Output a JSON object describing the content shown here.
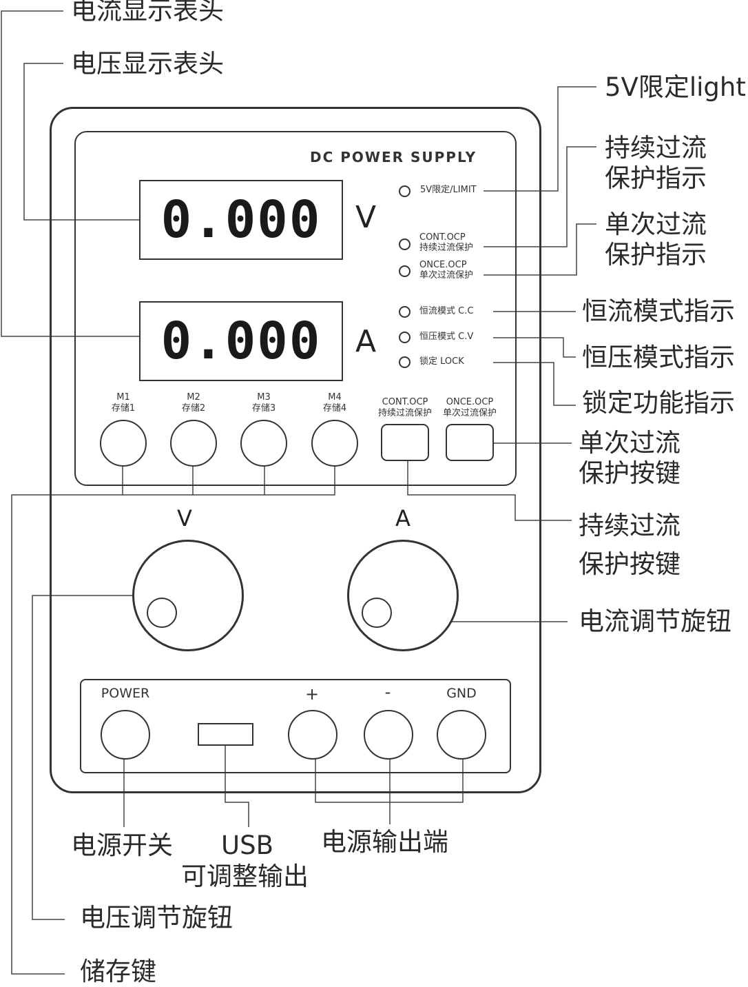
{
  "panel": {
    "brand": "DC POWER SUPPLY",
    "voltage_display": "0.000",
    "current_display": "0.000",
    "voltage_unit": "V",
    "current_unit": "A"
  },
  "indicators": {
    "limit_5v": "5V限定/LIMIT",
    "cont_ocp": "CONT.OCP\n持续过流保护",
    "once_ocp": "ONCE.OCP\n单次过流保护",
    "cc": "恒流模式  C.C",
    "cv": "恒压模式  C.V",
    "lock": "锁定  LOCK"
  },
  "buttons": {
    "m1": "M1\n存储1",
    "m2": "M2\n存储2",
    "m3": "M3\n存储3",
    "m4": "M4\n存储4",
    "cont_ocp": "CONT.OCP\n持续过流保护",
    "once_ocp": "ONCE.OCP\n单次过流保护"
  },
  "knobs": {
    "voltage_label": "V",
    "current_label": "A"
  },
  "terminals": {
    "power": "POWER",
    "plus": "+",
    "minus": "-",
    "gnd": "GND"
  },
  "callouts": {
    "current_meter": "电流显示表头",
    "voltage_meter": "电压显示表头",
    "limit_light": "5V限定light",
    "cont_ocp_indicator": "持续过流\n保护指示",
    "once_ocp_indicator": "单次过流\n保护指示",
    "cc_indicator": "恒流模式指示",
    "cv_indicator": "恒压模式指示",
    "lock_indicator": "锁定功能指示",
    "once_ocp_key": "单次过流\n保护按键",
    "cont_ocp_key": "持续过流\n保护按键",
    "current_knob": "电流调节旋钮",
    "power_switch": "电源开关",
    "usb_title": "USB",
    "usb_sub": "可调整输出",
    "output_terminals": "电源输出端",
    "voltage_knob": "电压调节旋钮",
    "memory_keys": "储存键"
  }
}
